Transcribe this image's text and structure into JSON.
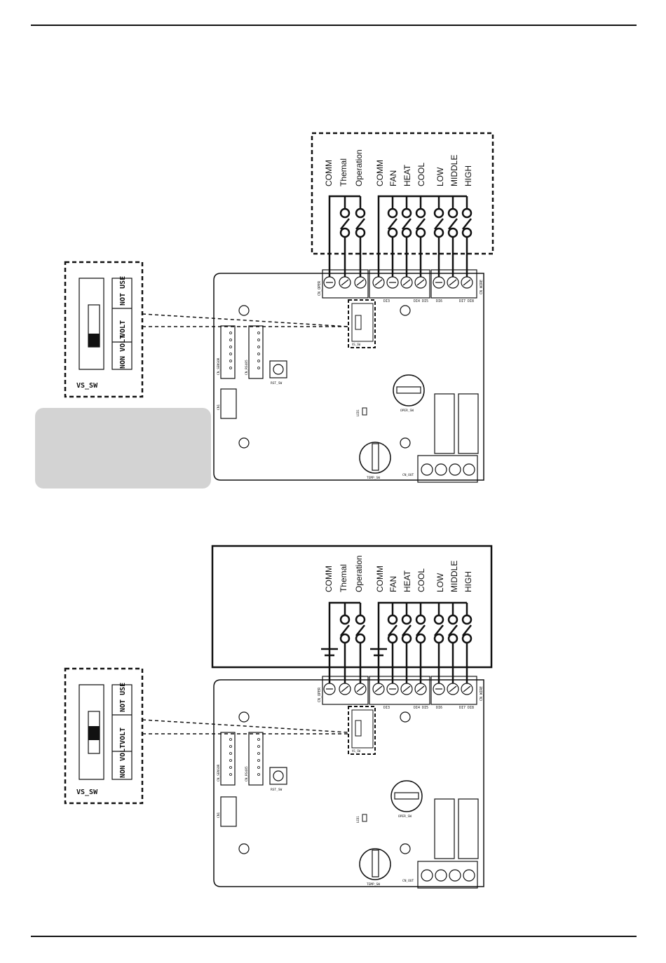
{
  "diagram_1": {
    "signal_labels": [
      "COMM",
      "Themal",
      "Operation",
      "COMM",
      "FAN",
      "HEAT",
      "COOL",
      "LOW",
      "MIDDLE",
      "HIGH"
    ],
    "vs_sw_inset": {
      "title": "VS_SW",
      "positions": [
        "NOT USE",
        "VOLT",
        "NON VOLT"
      ],
      "selected": "NON VOLT"
    }
  },
  "diagram_2": {
    "signal_labels": [
      "COMM",
      "Themal",
      "Operation",
      "COMM",
      "FAN",
      "HEAT",
      "COOL",
      "LOW",
      "MIDDLE",
      "HIGH"
    ],
    "vs_sw_inset": {
      "title": "VS_SW",
      "positions": [
        "NOT USE",
        "VOLT",
        "NON VOLT"
      ],
      "selected": "VOLT"
    }
  },
  "board": {
    "cn_oper": "CN_OPER",
    "cn_wire": "CN_WIRE",
    "cn_sensor": "CN_SENSOR",
    "cn_rs485": "CN_RS485",
    "cn1": "CN1",
    "rst_sw": "RST_SW",
    "vs_sw": "VS_SW",
    "oper_sw": "OPER_SW",
    "temp_sw": "TEMP_SW",
    "cn_out": "CN_OUT",
    "led": "LED1",
    "terminal_labels": [
      "DI3",
      "DI4 DI5",
      "DI6",
      "DI7 DI8"
    ]
  },
  "colors": {
    "line": "#111111",
    "gray_box": "#d3d3d3",
    "background": "#ffffff"
  }
}
